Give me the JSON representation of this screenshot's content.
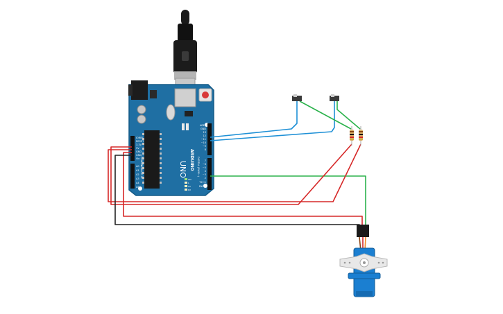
{
  "board": {
    "brand": "ARDUINO",
    "model": "UNO",
    "labels": {
      "aref": "AREF",
      "gnd": "GND",
      "power_header": "POWER",
      "analog_header": "ANALOG IN",
      "digital_header": "DIGITAL (PWM~)",
      "ioref": "IOREF",
      "reset": "RESET",
      "v33": "3.3V",
      "v5": "5V",
      "gnd1": "GND",
      "gnd2": "GND",
      "vin": "Vin",
      "a0": "A0",
      "a1": "A1",
      "a2": "A2",
      "a3": "A3",
      "a4": "A4",
      "a5": "A5",
      "d13": "13",
      "d12": "12",
      "d11": "~11",
      "d10": "~10",
      "d9": "~9",
      "d8": "8",
      "d7": "7",
      "d6": "~6",
      "d5": "~5",
      "d4": "4",
      "d3": "~3",
      "d2": "2",
      "tx": "TX→1",
      "rx": "RX←0",
      "on": "ON",
      "l": "L",
      "txl": "TX",
      "rxl": "RX"
    }
  },
  "colors": {
    "board_blue": "#1f6fa3",
    "board_edge": "#155b88",
    "wire_blue": "#1e90d6",
    "wire_green": "#2bb24c",
    "wire_red": "#d62828",
    "wire_black": "#222222",
    "servo_blue": "#1b7fd1",
    "servo_horn": "#e8e8e8"
  }
}
